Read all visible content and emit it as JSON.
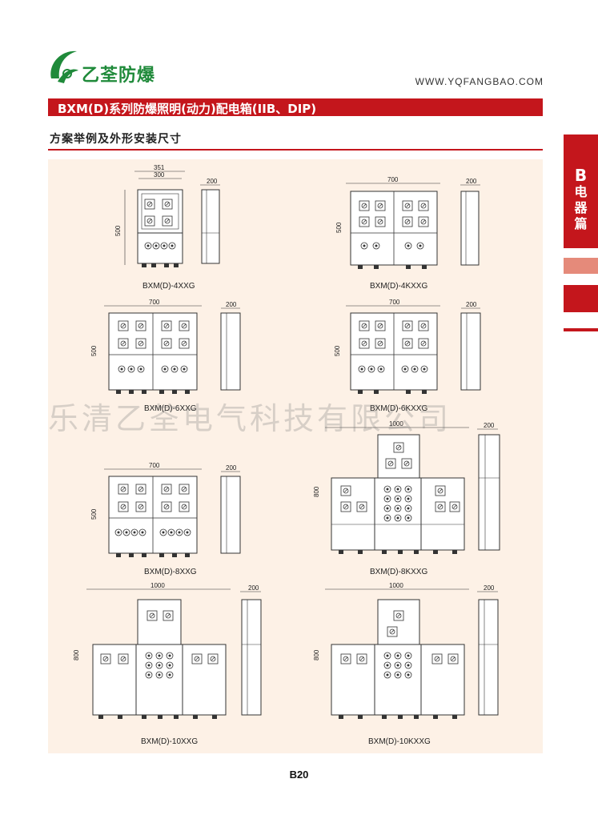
{
  "brand": {
    "name": "乙荃防爆",
    "website": "WWW.YQFANGBAO.COM"
  },
  "title": "BXM(D)系列防爆照明(动力)配电箱(IIB、DIP)",
  "subtitle": "方案举例及外形安装尺寸",
  "side_tab": {
    "letter": "B",
    "chars": [
      "电",
      "器",
      "篇"
    ]
  },
  "watermark": "乐清乙荃电气科技有限公司",
  "page_number": "B20",
  "diagrams": [
    {
      "model": "BXM(D)-4XXG",
      "width_outer": "351",
      "width_inner": "300",
      "height": "500",
      "depth": "200"
    },
    {
      "model": "BXM(D)-4KXXG",
      "width": "700",
      "height": "500",
      "depth": "200"
    },
    {
      "model": "BXM(D)-6XXG",
      "width": "700",
      "height": "500",
      "depth": "200"
    },
    {
      "model": "BXM(D)-6KXXG",
      "width": "700",
      "height": "500",
      "depth": "200"
    },
    {
      "model": "BXM(D)-8XXG",
      "width": "700",
      "height": "500",
      "depth": "200"
    },
    {
      "model": "BXM(D)-8KXXG",
      "width": "1000",
      "height": "800",
      "depth": "200"
    },
    {
      "model": "BXM(D)-10XXG",
      "width": "1000",
      "height": "800",
      "depth": "200"
    },
    {
      "model": "BXM(D)-10KXXG",
      "width": "1000",
      "height": "800",
      "depth": "200"
    }
  ],
  "colors": {
    "accent": "#c4161c",
    "brand_green": "#1f8a3a",
    "content_bg": "#fdf1e6"
  }
}
